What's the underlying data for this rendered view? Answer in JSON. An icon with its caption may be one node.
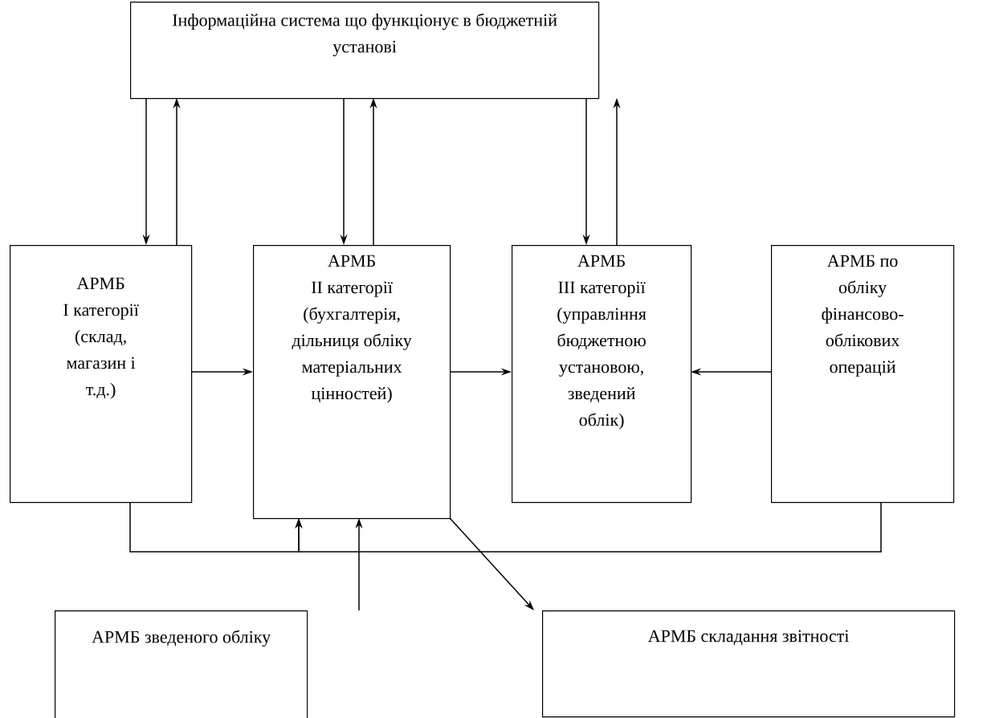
{
  "diagram": {
    "nodes": [
      {
        "text": [
          "Інформаційна система що функціонує в бюджетній установі"
        ]
      },
      {
        "text": [
          "АРМБ",
          "І категорії (склад, магазин і т.д.)"
        ]
      },
      {
        "text": [
          "АРМБ",
          "ІІ категорії (бухгалтерія, дільниця обліку матеріальних цінностей)"
        ]
      },
      {
        "text": [
          "АРМБ",
          "ІІІ категорії (управління бюджетною установою, зведений облік)"
        ]
      },
      {
        "text": [
          "АРМБ по обліку фінансово-облікових операцій"
        ]
      },
      {
        "text": [
          "АРМБ зведеного обліку"
        ]
      },
      {
        "text": [
          "АРМБ складання звітності"
        ]
      }
    ],
    "edges": [
      {
        "from": 0,
        "to": 1,
        "arrow": "to"
      },
      {
        "from": 1,
        "to": 0,
        "arrow": "to"
      },
      {
        "from": 0,
        "to": 2,
        "arrow": "to"
      },
      {
        "from": 2,
        "to": 0,
        "arrow": "to"
      },
      {
        "from": 0,
        "to": 3,
        "arrow": "to"
      },
      {
        "from": 3,
        "to": 0,
        "arrow": "to"
      },
      {
        "from": 1,
        "to": 2,
        "arrow": "to"
      },
      {
        "from": 2,
        "to": 3,
        "arrow": "to"
      },
      {
        "from": 4,
        "to": 3,
        "arrow": "to"
      },
      {
        "from": 1,
        "to": 2,
        "arrow": "to"
      },
      {
        "from": 4,
        "to": 2,
        "arrow": "to"
      },
      {
        "from": 5,
        "to": 2,
        "arrow": "to"
      },
      {
        "from": 2,
        "to": 6,
        "arrow": "to"
      }
    ]
  }
}
